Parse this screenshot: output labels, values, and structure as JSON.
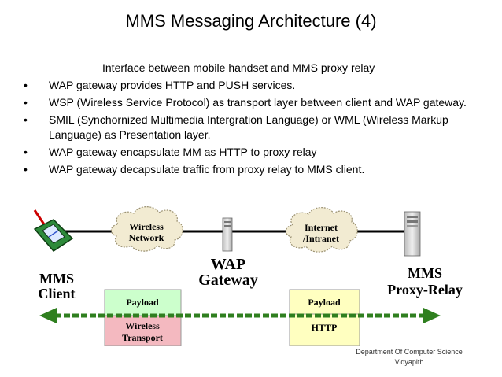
{
  "slide": {
    "title": "MMS Messaging Architecture (4)",
    "subtitle": "Interface between mobile handset and MMS  proxy relay",
    "bullets": [
      "WAP gateway provides HTTP and PUSH services.",
      "WSP (Wireless Service Protocol) as transport layer between client and WAP gateway.",
      "SMIL (Synchornized Multimedia Intergration Language) or WML (Wireless Markup Language) as Presentation layer.",
      "WAP gateway encapsulate MM as HTTP to proxy relay",
      "WAP gateway decapsulate traffic from proxy relay to MMS client."
    ]
  },
  "diagram": {
    "clouds": {
      "wireless": [
        "Wireless",
        "Network"
      ],
      "internet": [
        "Internet",
        "/Intranet"
      ]
    },
    "nodes": {
      "client": [
        "MMS",
        "Client"
      ],
      "gateway": [
        "WAP",
        "Gateway"
      ],
      "relay": [
        "MMS",
        "Proxy-Relay"
      ]
    },
    "stack_left": {
      "top": "Payload",
      "bottom": [
        "Wireless",
        "Transport"
      ]
    },
    "stack_right": {
      "top": "Payload",
      "bottom": "HTTP"
    },
    "colors": {
      "cloud": "#f2ebd2",
      "payload": "#ccffcc",
      "wireless_transport": "#f4b9c0",
      "right_stack": "#ffffc0",
      "arrow": "#2f7f1f"
    }
  },
  "footer": {
    "line1": "Department Of Computer Science",
    "line2": "Vidyapith"
  }
}
